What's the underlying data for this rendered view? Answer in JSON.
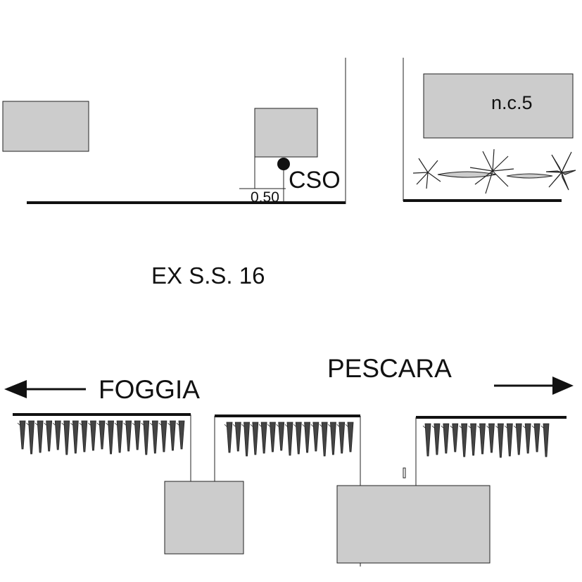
{
  "labels": {
    "building_number": "n.c.5",
    "cso": "CSO",
    "distance": "0.50",
    "road": "EX S.S. 16",
    "left_direction": "FOGGIA",
    "right_direction": "PESCARA"
  },
  "colors": {
    "building_fill": "#cccccc",
    "line": "#111111",
    "hedge": "#444444"
  },
  "icons": {
    "left_arrow": "arrow-left-icon",
    "right_arrow": "arrow-right-icon",
    "manhole": "filled-circle-icon",
    "plants": "palm-plant-icon"
  }
}
